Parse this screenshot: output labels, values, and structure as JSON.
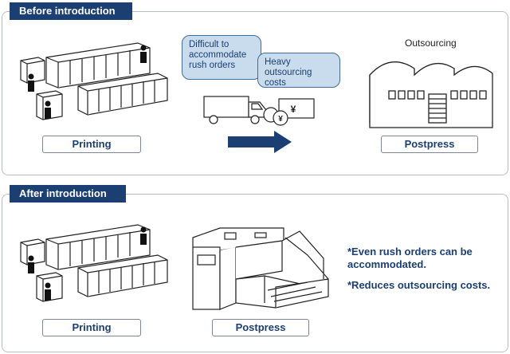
{
  "before": {
    "title": "Before introduction",
    "printing_label": "Printing",
    "postpress_label": "Postpress",
    "outsourcing_caption": "Outsourcing",
    "bubble_rush": "Difficult to accommodate rush orders",
    "bubble_costs": "Heavy outsourcing costs",
    "currency_symbol": "¥"
  },
  "after": {
    "title": "After introduction",
    "printing_label": "Printing",
    "postpress_label": "Postpress",
    "notes": [
      "*Even rush orders can be accommodated.",
      "*Reduces outsourcing costs."
    ]
  },
  "colors": {
    "navy": "#1b3f73",
    "bubble_fill": "#c9dced",
    "border": "#b8bdc3"
  }
}
